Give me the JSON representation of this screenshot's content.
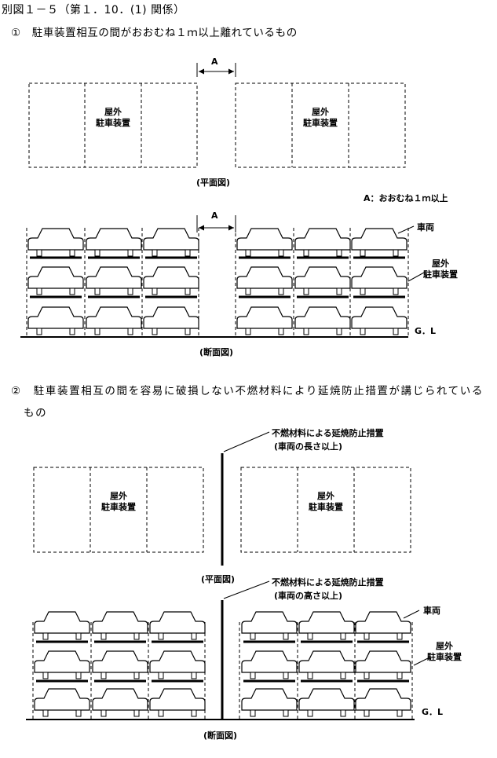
{
  "title": "別図１－５（第１．10．(1) 関係）",
  "section1": {
    "heading": "①　駐車装置相互の間がおおむね１ｍ以上離れているもの",
    "plan_caption": "(平面図)",
    "section_caption": "(断面図)",
    "dimension_label": "A",
    "legend": "A：おおむね１ｍ以上",
    "facility_label_line1": "屋外",
    "facility_label_line2": "駐車装置",
    "vehicle_label": "車両",
    "ground_label": "G．L"
  },
  "section2": {
    "heading_line1": "②　駐車装置相互の間を容易に破損しない不燃材料により延焼防止措置が講じられている",
    "heading_line2": "もの",
    "plan_caption": "(平面図)",
    "section_caption": "(断面図)",
    "plan_note_line1": "不燃材料による延焼防止措置",
    "plan_note_line2": "(車両の長さ以上)",
    "section_note_line1": "不燃材料による延焼防止措置",
    "section_note_line2": "(車両の高さ以上)",
    "facility_label_line1": "屋外",
    "facility_label_line2": "駐車装置",
    "vehicle_label": "車両",
    "ground_label": "G．L"
  }
}
